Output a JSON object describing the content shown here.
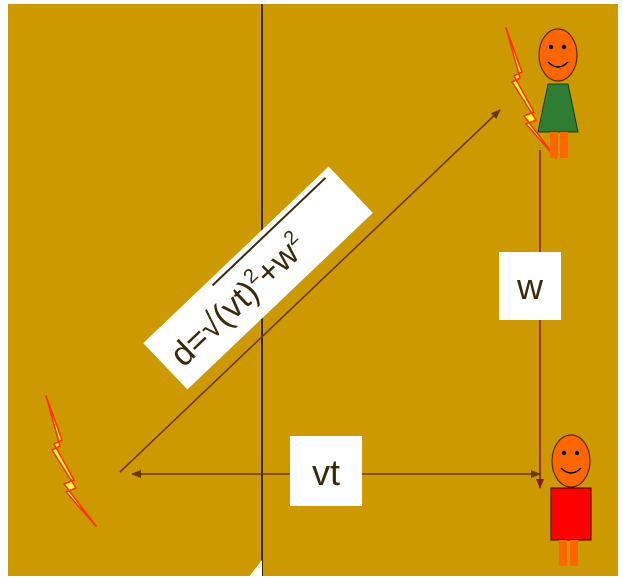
{
  "colors": {
    "background": "#CC9900",
    "arrow": "#6B3A0A",
    "vertical_line": "#8B1A1A",
    "divider": "#000000",
    "label_box": "#FFFFFF",
    "lightning_fill": "#FFFF33",
    "lightning_stroke": "#FF3300",
    "face": "#FF6600",
    "shirt_top": "#2E7D32",
    "shirt_bottom": "#FF0000",
    "legs": "#FF6600"
  },
  "labels": {
    "distance_prefix": "d=√(vt)",
    "distance_exp1": "2",
    "distance_mid": "+w",
    "distance_exp2": "2",
    "w": "w",
    "vt": "vt"
  },
  "icons": {
    "lightning": "lightning-bolt-icon",
    "person": "person-icon"
  }
}
